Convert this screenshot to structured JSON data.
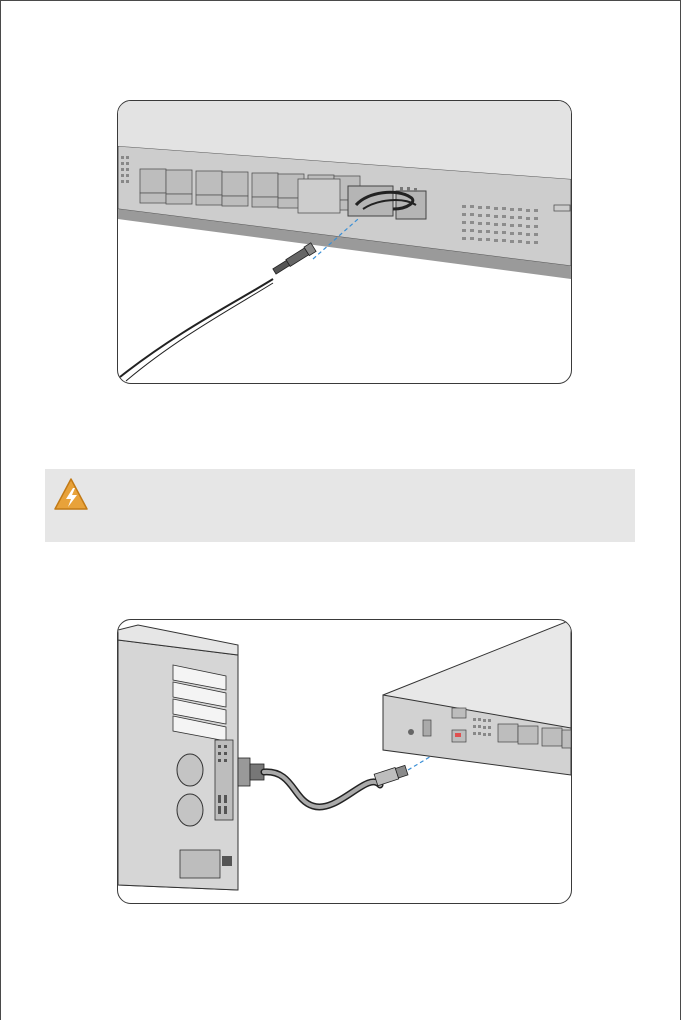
{
  "figures": [
    {
      "id": "fiber-connection",
      "kind": "illustration"
    },
    {
      "id": "console-connection",
      "kind": "illustration"
    }
  ],
  "warning": {
    "icon": "electric-hazard-icon",
    "text": "",
    "colors": {
      "icon_fill": "#e8a23a",
      "box_bg": "#e6e6e6"
    }
  },
  "colors": {
    "line": "#3a3a3a",
    "device_fill": "#cfcfcf",
    "dash": "#3a8fd6"
  }
}
